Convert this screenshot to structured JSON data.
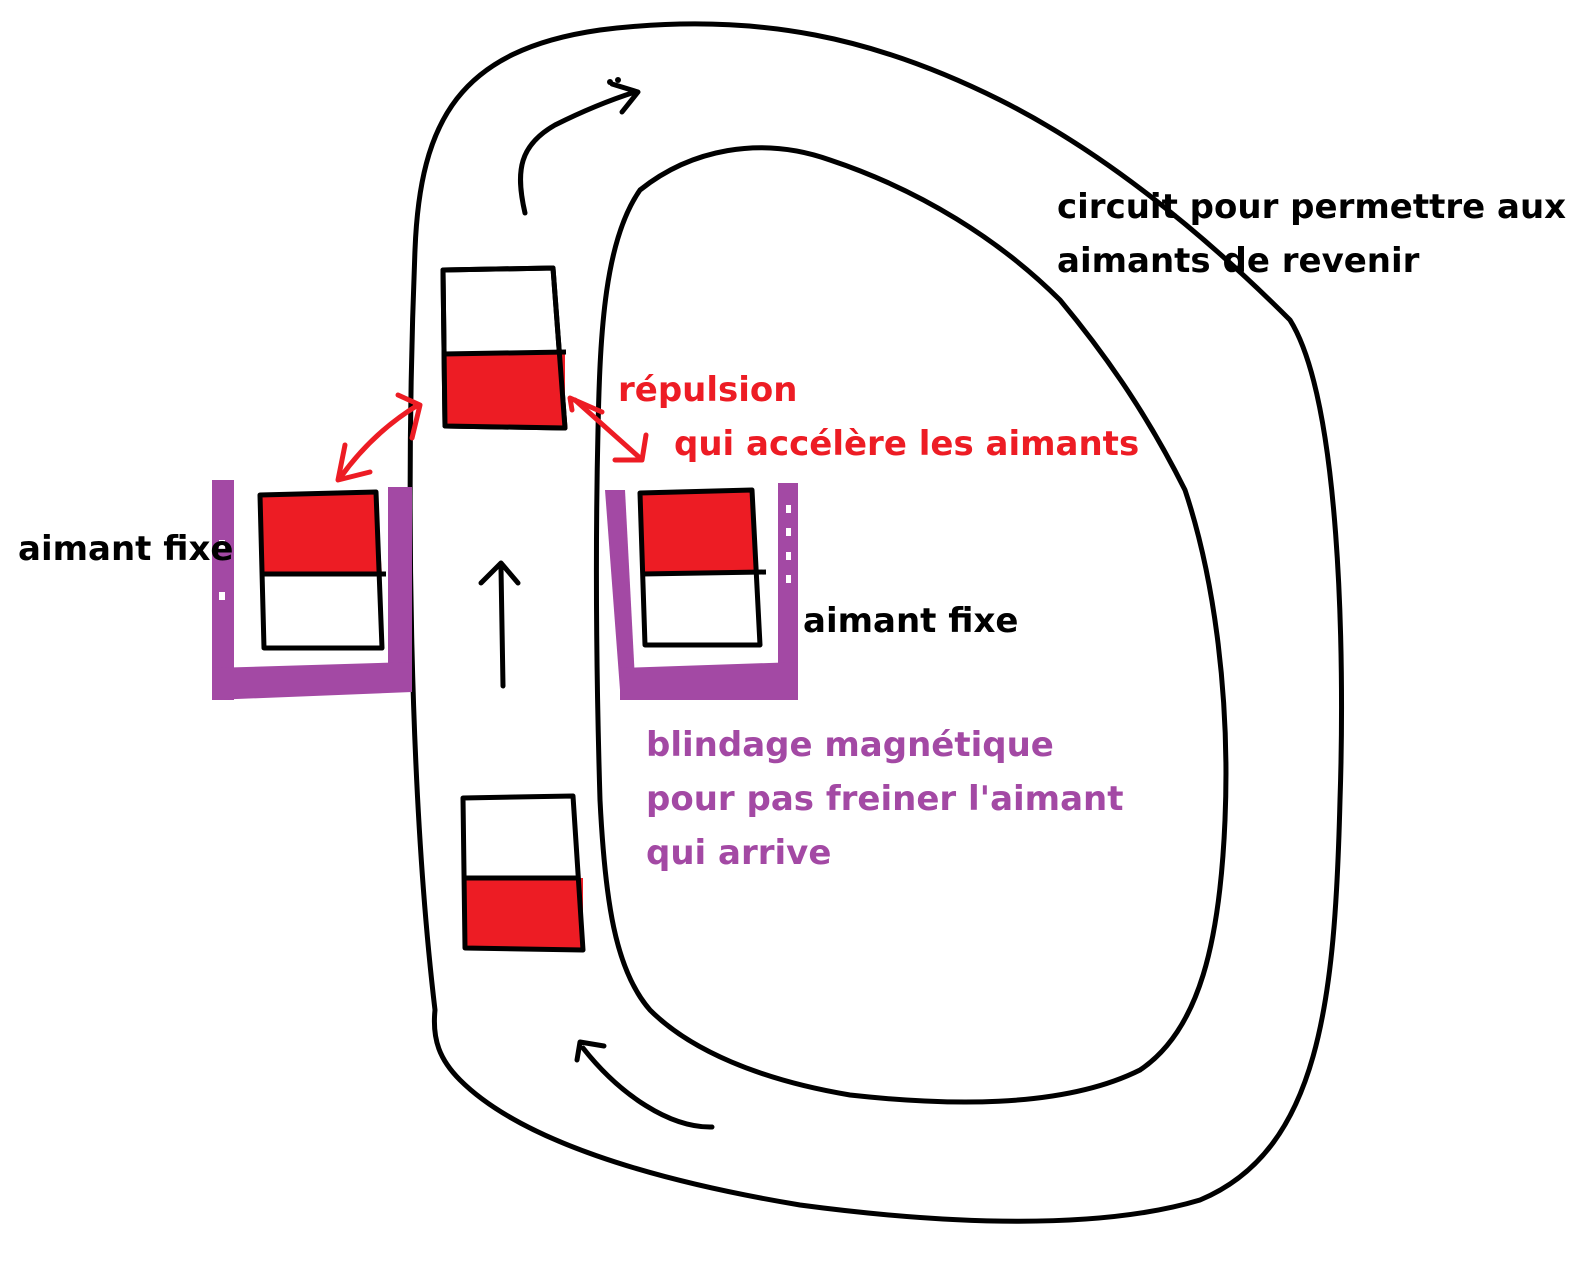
{
  "labels": {
    "circuit_line1": "circuit pour permettre aux",
    "circuit_line2": "aimants de revenir",
    "repulsion": "répulsion",
    "accelere": "qui accélère les aimants",
    "fixe_left": "aimant fixe",
    "fixe_right": "aimant fixe",
    "blindage_line1": "blindage magnétique",
    "blindage_line2": "pour pas freiner l'aimant",
    "blindage_line3": "qui arrive"
  },
  "colors": {
    "magnet_pole": "#ed1c24",
    "shield": "#a349a4",
    "track": "#000000",
    "label_default": "#000000",
    "label_repulsion": "#ed1c24",
    "label_shield": "#a349a4"
  }
}
